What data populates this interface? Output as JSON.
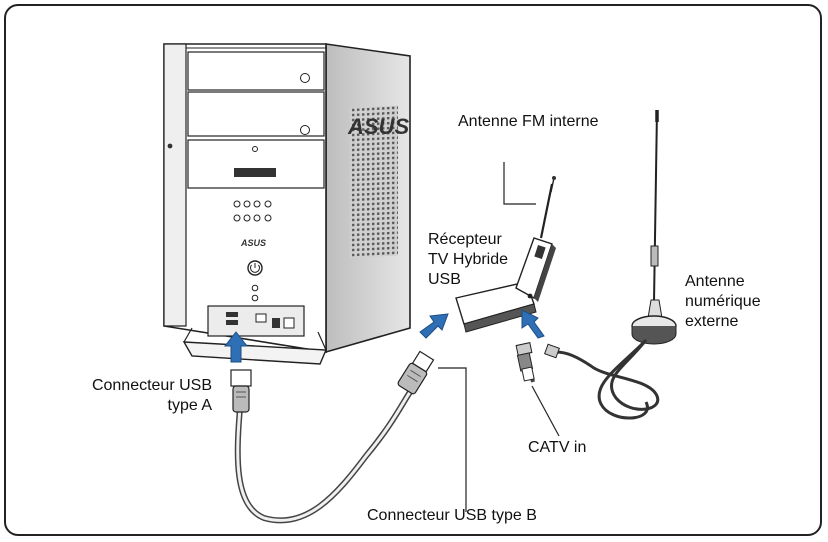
{
  "labels": {
    "fm_antenna": "Antenne FM interne",
    "receiver_line1": "Récepteur",
    "receiver_line2": "TV Hybride",
    "receiver_line3": "USB",
    "digital_antenna_line1": "Antenne",
    "digital_antenna_line2": "numérique",
    "digital_antenna_line3": "externe",
    "usb_a_line1": "Connecteur USB",
    "usb_a_line2": "type A",
    "catv": "CATV in",
    "usb_b": "Connecteur USB type B"
  },
  "front_panel": {
    "logo_side": "ASUS",
    "logo_front": "ASUS"
  },
  "colors": {
    "outline": "#222222",
    "arrow": "#2f6fb5",
    "body": "#ffffff",
    "shade": "#d9d9d9",
    "dark": "#4a4a4a"
  }
}
